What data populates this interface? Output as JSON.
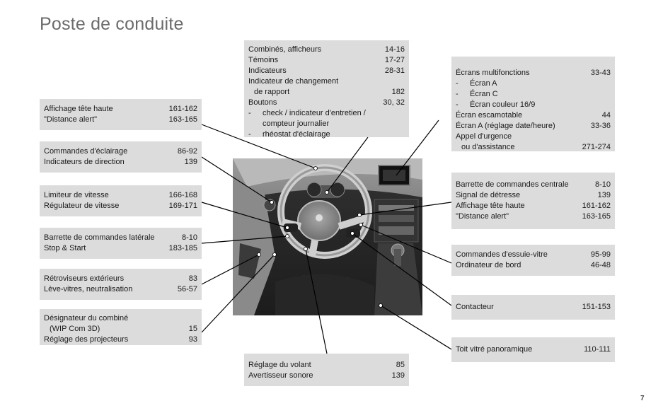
{
  "title": "Poste de conduite",
  "page_number": "7",
  "boxes": {
    "combines": {
      "rows": [
        {
          "label": "Combinés, afficheurs",
          "pages": "14-16"
        },
        {
          "label": "Témoins",
          "pages": "17-27"
        },
        {
          "label": "Indicateurs",
          "pages": "28-31"
        },
        {
          "label": "Indicateur de changement",
          "pages": ""
        },
        {
          "label": "de rapport",
          "pages": "182"
        },
        {
          "label": "Boutons",
          "pages": "30, 32"
        },
        {
          "label": "check / indicateur d'entretien /",
          "pages": ""
        },
        {
          "label": "compteur journalier",
          "pages": ""
        },
        {
          "label": "rhéostat d'éclairage",
          "pages": ""
        }
      ]
    },
    "ecrans": {
      "rows": [
        {
          "label": "Écrans multifonctions",
          "pages": "33-43"
        },
        {
          "label": "Écran A",
          "pages": ""
        },
        {
          "label": "Écran C",
          "pages": ""
        },
        {
          "label": "Écran couleur 16/9",
          "pages": ""
        },
        {
          "label": "Écran escamotable",
          "pages": "44"
        },
        {
          "label": "Écran A (réglage date/heure)",
          "pages": "33-36"
        },
        {
          "label": "Appel d'urgence",
          "pages": ""
        },
        {
          "label": "ou d'assistance",
          "pages": "271-274"
        }
      ]
    },
    "affichage": {
      "rows": [
        {
          "label": "Affichage tête haute",
          "pages": "161-162"
        },
        {
          "label": "\"Distance alert\"",
          "pages": "163-165"
        }
      ]
    },
    "eclairage": {
      "rows": [
        {
          "label": "Commandes d'éclairage",
          "pages": "86-92"
        },
        {
          "label": "Indicateurs de direction",
          "pages": "139"
        }
      ]
    },
    "vitesse": {
      "rows": [
        {
          "label": "Limiteur de vitesse",
          "pages": "166-168"
        },
        {
          "label": "Régulateur de vitesse",
          "pages": "169-171"
        }
      ]
    },
    "laterale": {
      "rows": [
        {
          "label": "Barrette de commandes latérale",
          "pages": "8-10"
        },
        {
          "label": "Stop & Start",
          "pages": "183-185"
        }
      ]
    },
    "retro": {
      "rows": [
        {
          "label": "Rétroviseurs extérieurs",
          "pages": "83"
        },
        {
          "label": "Lève-vitres, neutralisation",
          "pages": "56-57"
        }
      ]
    },
    "designateur": {
      "rows": [
        {
          "label": "Désignateur du combiné",
          "pages": ""
        },
        {
          "label": "(WIP Com 3D)",
          "pages": "15"
        },
        {
          "label": "Réglage des projecteurs",
          "pages": "93"
        }
      ]
    },
    "centrale": {
      "rows": [
        {
          "label": "Barrette de commandes centrale",
          "pages": "8-10"
        },
        {
          "label": "Signal de détresse",
          "pages": "139"
        },
        {
          "label": "Affichage tête haute",
          "pages": "161-162"
        },
        {
          "label": "\"Distance alert\"",
          "pages": "163-165"
        }
      ]
    },
    "essuie": {
      "rows": [
        {
          "label": "Commandes d'essuie-vitre",
          "pages": "95-99"
        },
        {
          "label": "Ordinateur de bord",
          "pages": "46-48"
        }
      ]
    },
    "contacteur": {
      "rows": [
        {
          "label": "Contacteur",
          "pages": "151-153"
        }
      ]
    },
    "toit": {
      "rows": [
        {
          "label": "Toit vitré panoramique",
          "pages": "110-111"
        }
      ]
    },
    "volant": {
      "rows": [
        {
          "label": "Réglage du volant",
          "pages": "85"
        },
        {
          "label": "Avertisseur sonore",
          "pages": "139"
        }
      ]
    }
  }
}
